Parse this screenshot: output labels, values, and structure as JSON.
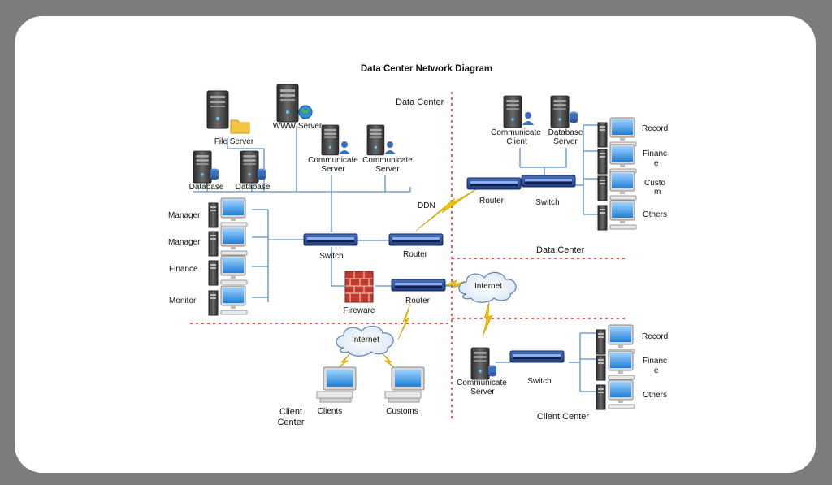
{
  "title": "Data Center Network Diagram",
  "zones": {
    "data_center_top": "Data Center",
    "data_center_right": "Data Center",
    "client_center_left": [
      "Client",
      "Center"
    ],
    "client_center_right": "Client Center"
  },
  "left_dc": {
    "file_server": "File Server",
    "www_server": "WWW Server",
    "database_1": "Database",
    "database_2": "Database",
    "communicate_server_1": [
      "Communicate",
      "Server"
    ],
    "communicate_server_2": [
      "Communicate",
      "Server"
    ],
    "workstations": [
      "Manager",
      "Manager",
      "Finance",
      "Monitor"
    ],
    "switch": "Switch",
    "router_ddn": "Router",
    "router_internet": "Router",
    "fireware": "Fireware",
    "ddn": "DDN"
  },
  "internet_labels": [
    "Internet",
    "Internet"
  ],
  "right_dc": {
    "communicate_client": [
      "Communicate",
      "Client"
    ],
    "database_server": [
      "Database",
      "Server"
    ],
    "router": "Router",
    "switch": "Switch",
    "workstations": [
      [
        "Record"
      ],
      [
        "Financ",
        "e"
      ],
      [
        "Custo",
        "m"
      ],
      [
        "Others"
      ]
    ]
  },
  "left_client": {
    "clients": "Clients",
    "customs": "Customs"
  },
  "right_client": {
    "communicate_server": [
      "Communicate",
      "Server"
    ],
    "switch": "Switch",
    "workstations": [
      [
        "Record"
      ],
      [
        "Financ",
        "e"
      ],
      [
        "Others"
      ]
    ]
  },
  "colors": {
    "line": "#5b8fc9",
    "divider": "#e02a2a",
    "lightning": "#f2c200",
    "device_blue": "#2c4e9c"
  }
}
